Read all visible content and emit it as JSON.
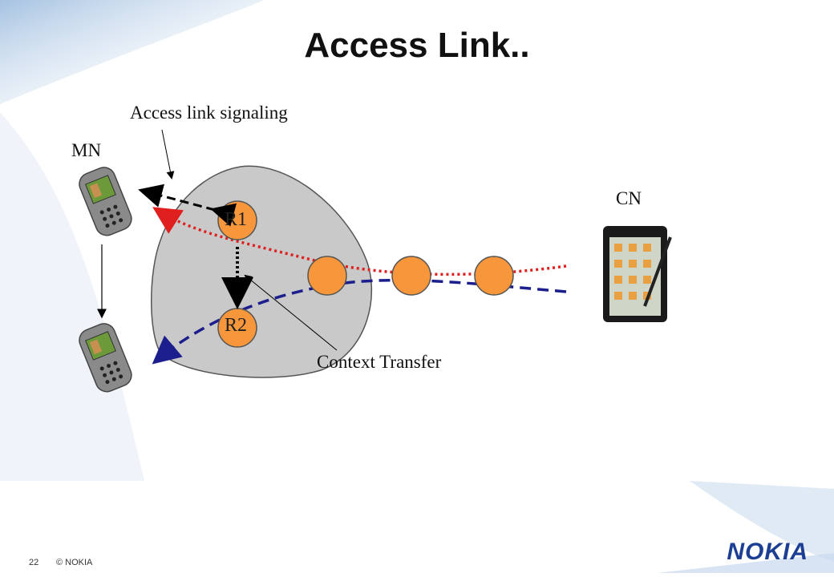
{
  "title": "Access Link..",
  "labels": {
    "access_link_signaling": "Access link signaling",
    "mn": "MN",
    "cn": "CN",
    "context_transfer": "Context Transfer"
  },
  "nodes": {
    "r1": "R1",
    "r2": "R2"
  },
  "footer": {
    "page_number": "22",
    "copyright": "© NOKIA",
    "logo": "NOKIA"
  },
  "colors": {
    "domain_fill": "#c9c9c9",
    "router_fill": "#f7963a",
    "red_path": "#e0201e",
    "blue_path": "#1b1e8c",
    "logo": "#1c3f94"
  }
}
